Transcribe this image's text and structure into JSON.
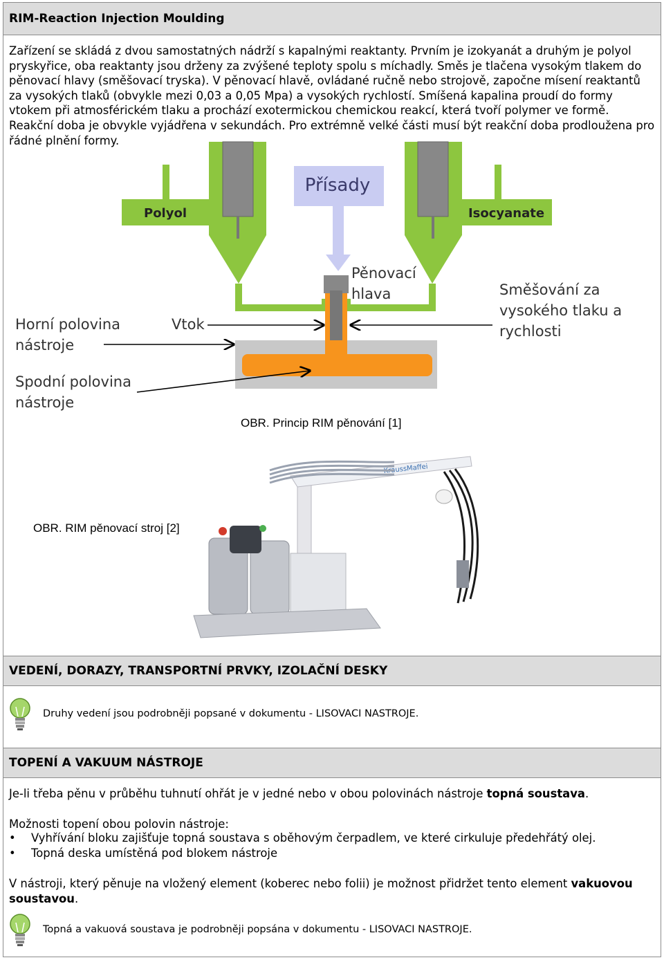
{
  "section1": {
    "title": "RIM-Reaction Injection Moulding",
    "paragraph": "Zařízení se skládá z dvou samostatných nádrží s kapalnými reaktanty. Prvním je izokyanát a druhým je polyol pryskyřice, oba reaktanty jsou drženy za zvýšené teploty spolu s míchadly. Směs je tlačena vysokým tlakem do pěnovací hlavy (směšovací tryska). V pěnovací hlavě, ovládané ručně nebo strojově, započne mísení reaktantů za vysokých tlaků (obvykle mezi 0,03 a 0,05 Mpa) a vysokých rychlostí. Smíšená kapalina proudí do formy vtokem při atmosférickém tlaku a prochází exotermickou chemickou reakcí, která tvoří polymer ve formě. Reakční doba je obvykle vyjádřena v sekundách. Pro extrémně velké části musí být reakční doba prodloužena pro řádné plnění formy."
  },
  "diagram": {
    "polyol": "Polyol",
    "isocyanate": "Isocyanate",
    "prisady": "Přísady",
    "penovaci_hlava_1": "Pěnovací",
    "penovaci_hlava_2": "hlava",
    "smesovani_1": "Směšování za",
    "smesovani_2": "vysokého tlaku a",
    "smesovani_3": "rychlosti",
    "horni_1": "Horní polovina",
    "horni_2": "nástroje",
    "vtok": "Vtok",
    "spodni_1": "Spodní polovina",
    "spodni_2": "nástroje",
    "caption": "OBR. Princip RIM pěnování  [1]",
    "colors": {
      "green": "#8dc63f",
      "orange": "#f7941d",
      "grey": "#c8c8c8",
      "lilac": "#c9ccf2"
    }
  },
  "machine": {
    "caption": "OBR. RIM pěnovací stroj [2]",
    "brand": "KraussMaffei"
  },
  "section2": {
    "title": "VEDENÍ, DORAZY, TRANSPORTNÍ PRVKY, IZOLAČNÍ DESKY",
    "tip": "Druhy vedení jsou podrobněji popsané v dokumentu - LISOVACI NASTROJE."
  },
  "section3": {
    "title": "TOPENÍ A VAKUUM NÁSTROJE",
    "p1_text": "Je-li třeba pěnu v průběhu tuhnutí ohřát je v jedné nebo v obou polovinách nástroje ",
    "p1_bold": "topná soustava",
    "p1_end": ".",
    "p2": "Možnosti topení obou polovin nástroje:",
    "bullets": [
      "Vyhřívání bloku zajišťuje topná soustava s oběhovým čerpadlem, ve které cirkuluje předehřátý olej.",
      "Topná deska umístěná pod blokem nástroje"
    ],
    "p3_text": "V nástroji, který pěnuje na vložený element (koberec nebo folii) je možnost přidržet tento element ",
    "p3_bold": "vakuovou soustavou",
    "p3_end": ".",
    "tip": "Topná  a vakuová soustava je podrobněji popsána v dokumentu - LISOVACI NASTROJE."
  }
}
